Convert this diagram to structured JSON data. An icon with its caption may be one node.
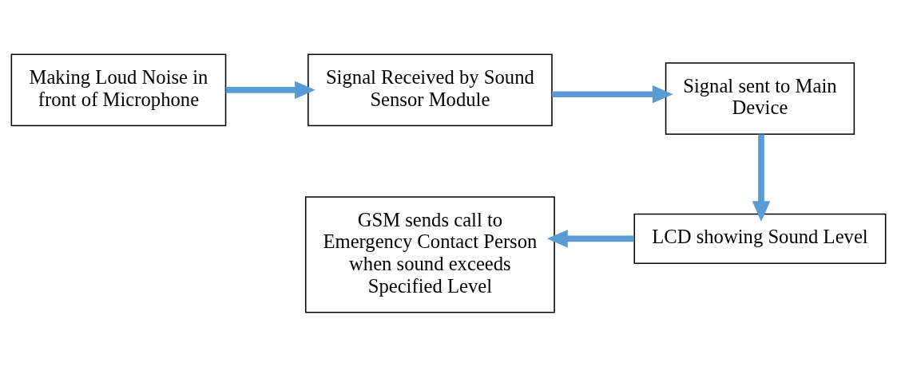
{
  "diagram": {
    "nodes": [
      {
        "text": [
          "Making Loud Noise in front of Microphone"
        ]
      },
      {
        "text": [
          "Signal Received by Sound Sensor Module"
        ]
      },
      {
        "text": [
          "Signal sent to Main Device"
        ]
      },
      {
        "text": [
          "LCD showing Sound Level"
        ]
      },
      {
        "text": [
          "GSM sends call to Emergency Contact Person when sound exceeds Specified Level"
        ]
      }
    ],
    "edges": [
      {
        "from": 0,
        "to": 1,
        "arrow": "to"
      },
      {
        "from": 1,
        "to": 2,
        "arrow": "to"
      },
      {
        "from": 2,
        "to": 3,
        "arrow": "to"
      },
      {
        "from": 3,
        "to": 4,
        "arrow": "to"
      }
    ]
  }
}
